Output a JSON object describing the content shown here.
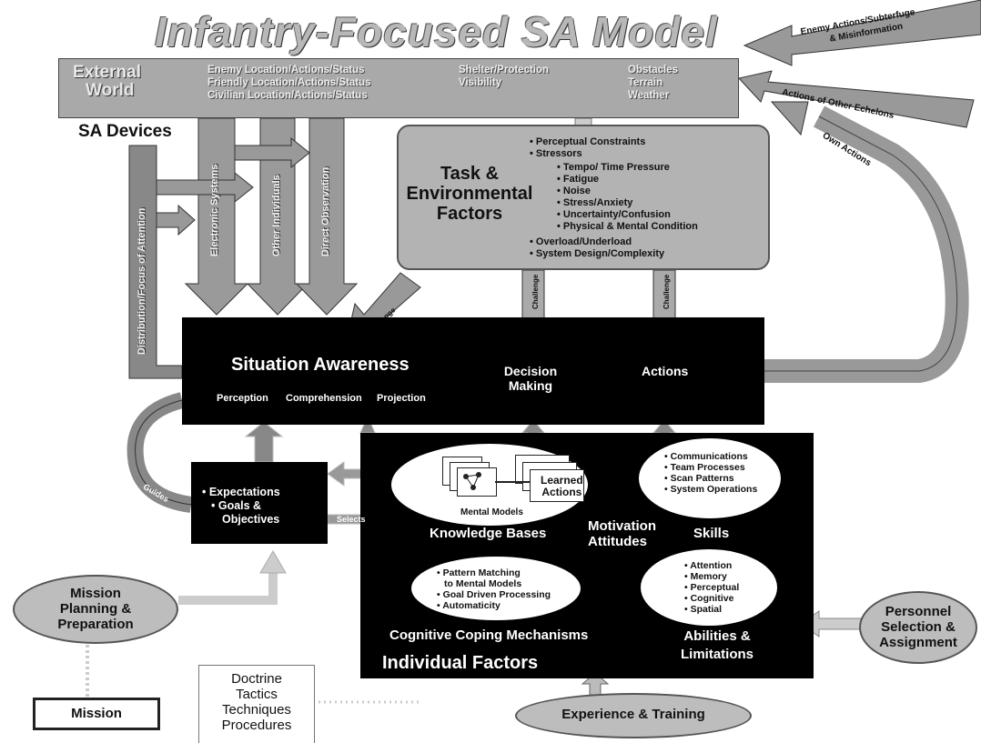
{
  "title": "Infantry-Focused SA Model",
  "external_world": {
    "title_line1": "External",
    "title_line2": "World",
    "col1": [
      "Enemy Location/Actions/Status",
      "Friendly Location/Actions/Status",
      "Civilian Location/Actions/Status"
    ],
    "col2": [
      "Shelter/Protection",
      "Visibility"
    ],
    "col3": [
      "Obstacles",
      "Terrain",
      "Weather"
    ]
  },
  "right_inputs": {
    "enemy_actions_line1": "Enemy Actions/Subterfuge",
    "enemy_actions_line2": "& Misinformation",
    "actions_other": "Actions of Other Echelons",
    "own_actions": "Own Actions"
  },
  "sa_devices": {
    "label": "SA Devices",
    "distribution": "Distribution/Focus of Attention",
    "electronic": "Electronic Systems",
    "other_individuals": "Other Individuals",
    "direct": "Direct Observation"
  },
  "task_env": {
    "title_line1": "Task &",
    "title_line2": "Environmental",
    "title_line3": "Factors",
    "top_bullets": [
      "Perceptual Constraints",
      "Stressors"
    ],
    "stressors": [
      "Tempo/ Time Pressure",
      "Fatigue",
      "Noise",
      "Stress/Anxiety",
      "Uncertainty/Confusion",
      "Physical & Mental Condition"
    ],
    "bottom_bullets": [
      "Overload/Underload",
      "System Design/Complexity"
    ],
    "challenge": "Challenge"
  },
  "sa_block": {
    "title": "Situation Awareness",
    "perception": "Perception",
    "comprehension": "Comprehension",
    "projection": "Projection",
    "decision_line1": "Decision",
    "decision_line2": "Making",
    "actions": "Actions"
  },
  "goals": {
    "expectations": "• Expectations",
    "goals_line1": "• Goals &",
    "goals_line2": "Objectives",
    "selects": "Selects",
    "feedback": "Guides"
  },
  "individual": {
    "learned_line1": "Learned",
    "learned_line2": "Actions",
    "mental_models": "Mental Models",
    "knowledge_bases": "Knowledge Bases",
    "motivation": "Motivation",
    "attitudes": "Attitudes",
    "skills_list": [
      "Communications",
      "Team Processes",
      "Scan Patterns",
      "System Operations"
    ],
    "skills": "Skills",
    "coping_list_line1": "• Pattern Matching",
    "coping_list_line2": "to Mental Models",
    "coping_list_line3": "• Goal Driven Processing",
    "coping_list_line4": "• Automaticity",
    "coping": "Cognitive Coping Mechanisms",
    "abilities_list": [
      "Attention",
      "Memory",
      "Perceptual",
      "Cognitive",
      "Spatial"
    ],
    "abilities_line1": "Abilities &",
    "abilities_line2": "Limitations",
    "title": "Individual Factors"
  },
  "bottom": {
    "mission_planning_line1": "Mission",
    "mission_planning_line2": "Planning &",
    "mission_planning_line3": "Preparation",
    "mission": "Mission",
    "doctrine": [
      "Doctrine",
      "Tactics",
      "Techniques",
      "Procedures"
    ],
    "experience": "Experience & Training",
    "personnel_line1": "Personnel",
    "personnel_line2": "Selection &",
    "personnel_line3": "Assignment"
  }
}
